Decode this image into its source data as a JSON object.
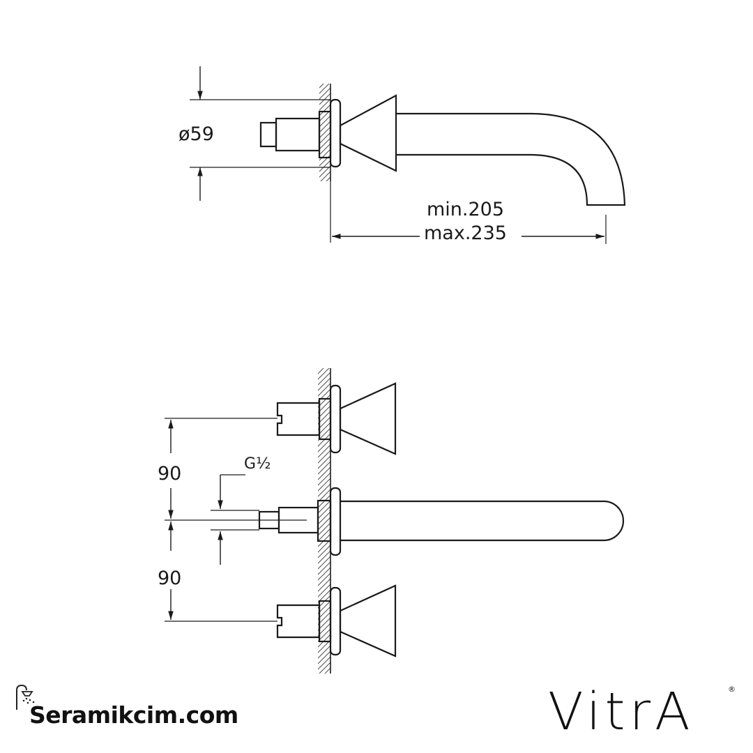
{
  "top_view": {
    "diameter_label": "ø59",
    "length_min_label": "min.205",
    "length_max_label": "max.235"
  },
  "front_view": {
    "spacing_upper_label": "90",
    "spacing_lower_label": "90",
    "thread_label_main": "G",
    "thread_label_fraction": "½"
  },
  "seller": {
    "name": "Seramikcim.com",
    "icon": "shower-head-icon"
  },
  "brand": {
    "name": "VitrA",
    "registered_mark": "®"
  }
}
